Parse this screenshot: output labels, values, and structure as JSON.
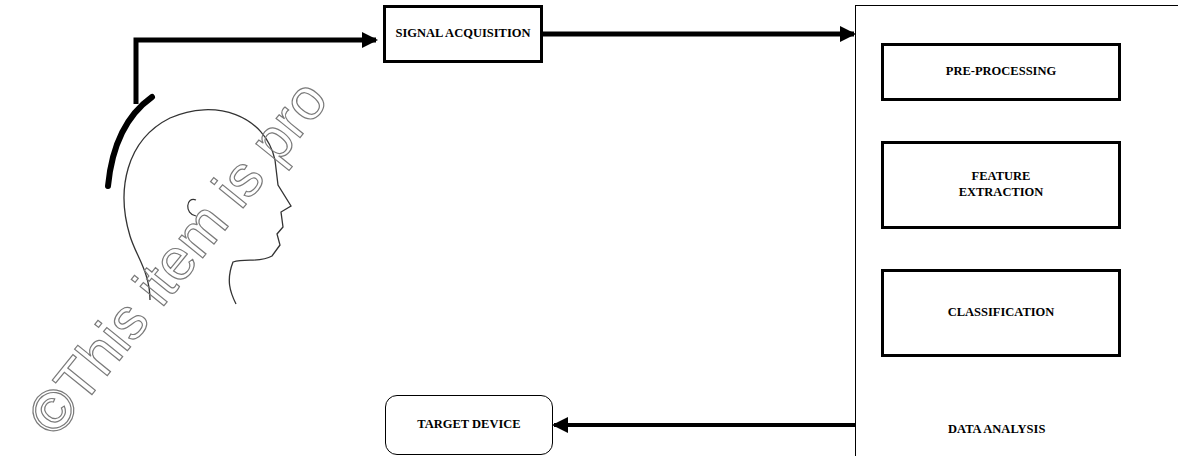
{
  "diagram": {
    "nodes": [
      {
        "text": [
          "SIGNAL ACQUISITION"
        ]
      },
      {
        "text": [
          "DATA ANALYSIS"
        ]
      },
      {
        "text": [
          "PRE-PROCESSING"
        ],
        "in": 1
      },
      {
        "text": [
          "FEATURE EXTRACTION"
        ],
        "in": 1
      },
      {
        "text": [
          "CLASSIFICATION"
        ],
        "in": 1
      },
      {
        "text": [
          "TARGET DEVICE"
        ]
      }
    ],
    "edges": [
      {
        "from": 0,
        "to": 1,
        "arrow": "to"
      },
      {
        "from": 2,
        "to": 3,
        "arrow": "to"
      },
      {
        "from": 3,
        "to": 4,
        "arrow": "to"
      },
      {
        "from": 1,
        "to": 5,
        "arrow": "to"
      }
    ],
    "labels": [
      "©This item is pro"
    ]
  }
}
